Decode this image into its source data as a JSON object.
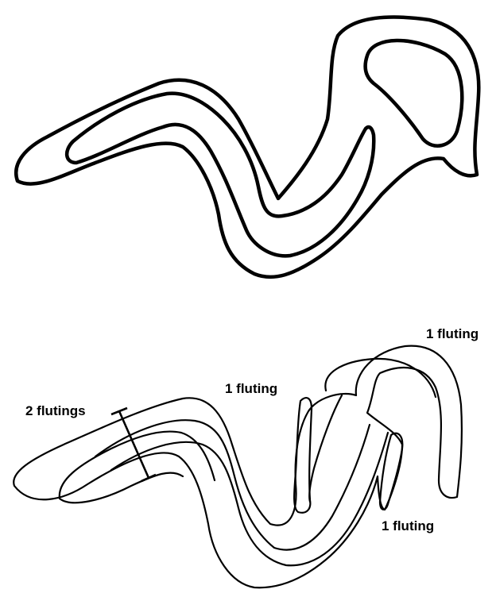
{
  "labels": {
    "top_right": "1 fluting",
    "middle": "1 fluting",
    "left": "2 flutings",
    "bottom_right": "1 fluting"
  },
  "colors": {
    "stroke": "#000000",
    "background": "#ffffff"
  }
}
